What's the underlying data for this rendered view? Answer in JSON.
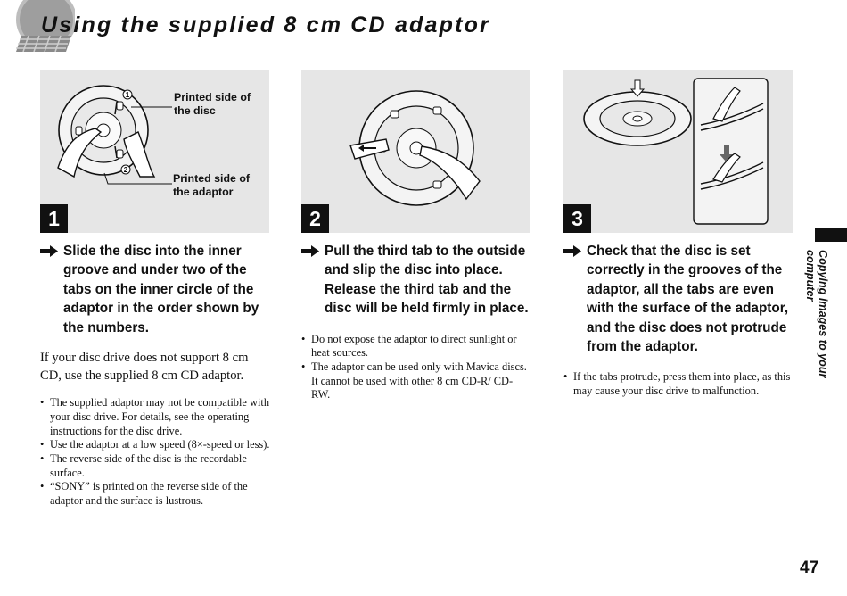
{
  "title": "Using the supplied 8 cm CD adaptor",
  "steps": [
    {
      "number": "1",
      "callouts": [
        "Printed side of the disc",
        "Printed side of the adaptor"
      ],
      "marker_labels": [
        "1",
        "2"
      ],
      "instruction": "Slide the disc into the inner groove and under two of the tabs on the inner circle of the adaptor in the order shown by the numbers.",
      "paragraph": "If your disc drive does not support 8 cm CD, use the supplied 8 cm CD adaptor.",
      "notes": [
        "The supplied adaptor may not be compatible with your disc drive. For details, see the operating instructions for the disc drive.",
        "Use the adaptor at a low speed (8×-speed or less).",
        "The reverse side of the disc is the recordable surface.",
        "“SONY” is printed on the reverse side of the adaptor and the surface is lustrous."
      ]
    },
    {
      "number": "2",
      "instruction": "Pull the third tab to the outside and slip the disc into place. Release the third tab and the disc will be held firmly in place.",
      "notes": [
        "Do not expose the adaptor to direct sunlight or heat sources.",
        "The adaptor can be used only with Mavica discs. It cannot be used with other 8 cm CD-R/ CD-RW."
      ]
    },
    {
      "number": "3",
      "instruction": "Check that the disc is set correctly in the grooves of the adaptor, all the tabs are even with the surface of the adaptor, and the disc does not protrude from the adaptor.",
      "notes": [
        "If the tabs protrude, press them into place, as this may cause your disc drive to malfunction."
      ]
    }
  ],
  "side_label": "Copying images to your computer",
  "page_number": "47",
  "icons": [
    "disc-corner-icon",
    "arrow-right-icon",
    "hand-illustration",
    "disc-illustration"
  ],
  "colors": {
    "figure_bg": "#e6e6e6",
    "badge_bg": "#111111",
    "text": "#111111"
  }
}
